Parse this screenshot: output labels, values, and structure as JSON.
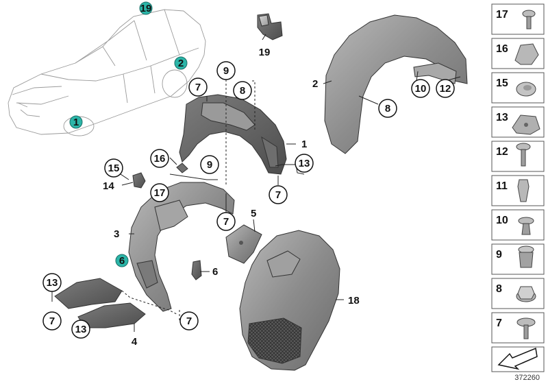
{
  "diagram": {
    "image_number": "372260",
    "colors": {
      "part_fill": "#8a8a8a",
      "part_dark": "#5e5e5e",
      "part_light": "#b8b8b8",
      "highlight_marker": "#2bb5a8"
    },
    "car_markers": [
      "1",
      "2",
      "19"
    ],
    "callouts": {
      "c19": "19",
      "c9a": "9",
      "c7a": "7",
      "c8a": "8",
      "c1": "1",
      "c13a": "13",
      "c7b": "7",
      "c16": "16",
      "c9b": "9",
      "c15": "15",
      "c14": "14",
      "c17": "17",
      "c3": "3",
      "c6a": "6",
      "c7c": "7",
      "c5": "5",
      "c6b": "6",
      "c13b": "13",
      "c7d": "7",
      "c13c": "13",
      "c4": "4",
      "c7e": "7",
      "c18": "18",
      "c2": "2",
      "c8b": "8",
      "c10": "10",
      "c12": "12"
    },
    "legend": [
      "17",
      "16",
      "15",
      "13",
      "12",
      "11",
      "10",
      "9",
      "8",
      "7"
    ]
  }
}
